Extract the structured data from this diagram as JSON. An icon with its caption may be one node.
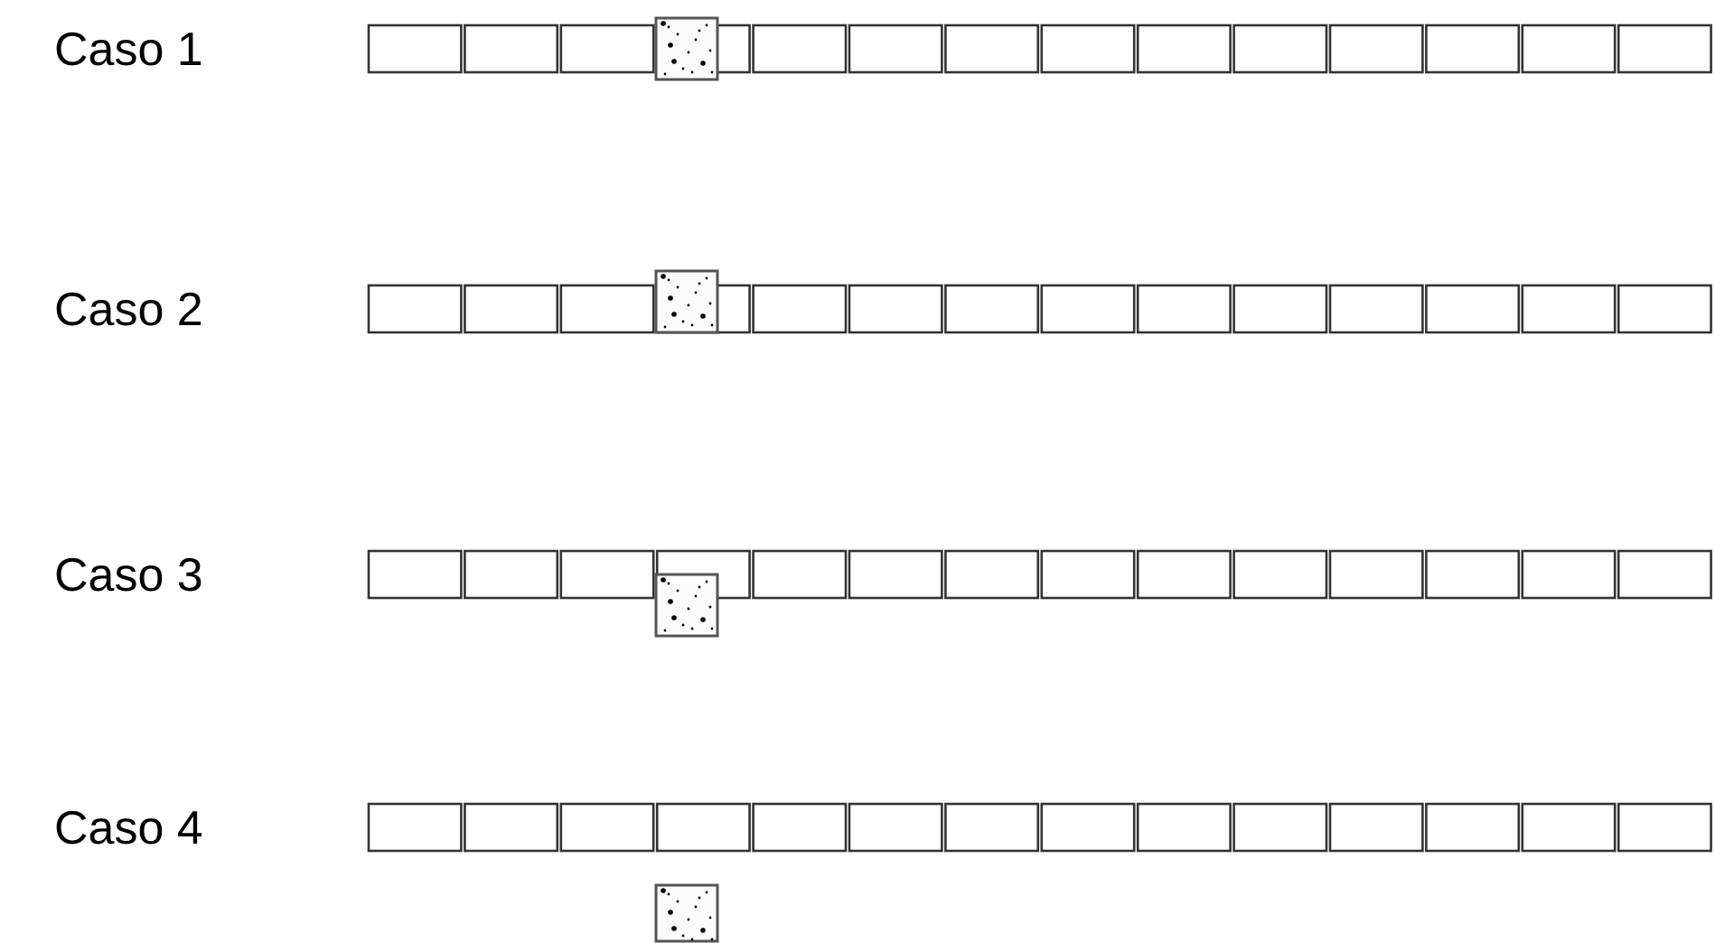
{
  "diagram": {
    "labels": [
      "Caso 1",
      "Caso 2",
      "Caso 3",
      "Caso 4"
    ]
  }
}
